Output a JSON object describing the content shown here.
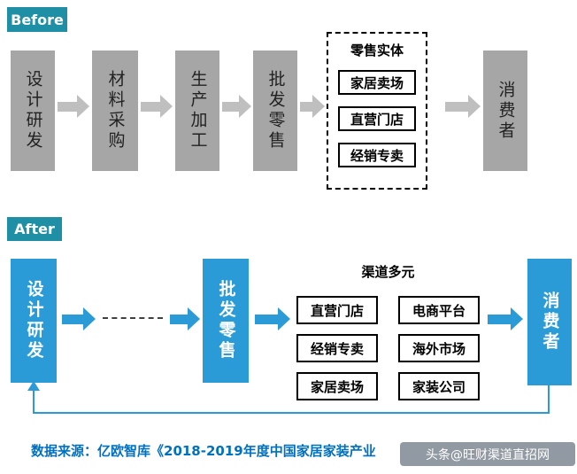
{
  "colors": {
    "label_teal": "#1f8fa6",
    "node_gray": "#a6a6a6",
    "arrow_gray": "#bfbfbf",
    "node_blue": "#2b9bd7",
    "source_blue": "#0070c0",
    "box_border": "#000000"
  },
  "before": {
    "label": "Before",
    "nodes": [
      "设计研发",
      "材料采购",
      "生产加工",
      "批发零售"
    ],
    "retail_group": {
      "title": "零售实体",
      "items": [
        "家居卖场",
        "直营门店",
        "经销专卖"
      ]
    },
    "consumer": "消费者"
  },
  "after": {
    "label": "After",
    "design": "设计研发",
    "wholesale": "批发零售",
    "channels": {
      "title": "渠道多元",
      "left": [
        "直营门店",
        "经销专卖",
        "家居卖场"
      ],
      "right": [
        "电商平台",
        "海外市场",
        "家装公司"
      ]
    },
    "consumer": "消费者"
  },
  "footer": {
    "source": "数据来源：亿欧智库《2018-2019年度中国家居家装产业",
    "watermark": "头条@旺财渠道直招网"
  }
}
